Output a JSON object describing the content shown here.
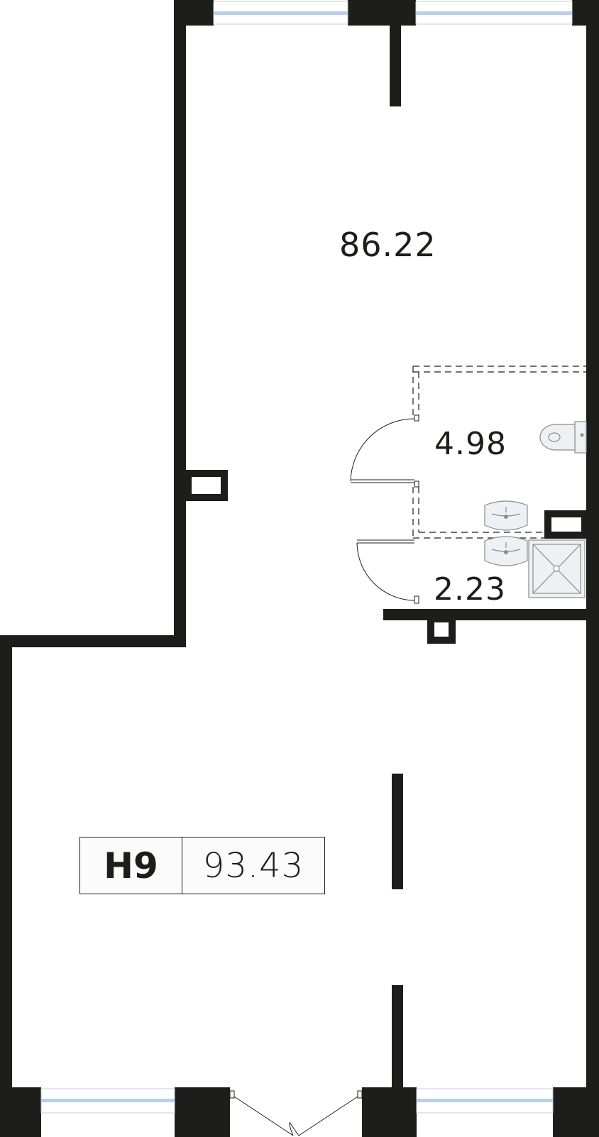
{
  "rooms": {
    "main_hall_area": "86.22",
    "wc_area": "4.98",
    "bathroom_area": "2.23"
  },
  "unit": {
    "code": "Н9",
    "total_area": "93.43"
  },
  "colors": {
    "wall": "#1d1d1b",
    "window_glass": "#b8d0ea",
    "fixture_fill": "#eef0f3",
    "fixture_stroke": "#8a8d92"
  }
}
